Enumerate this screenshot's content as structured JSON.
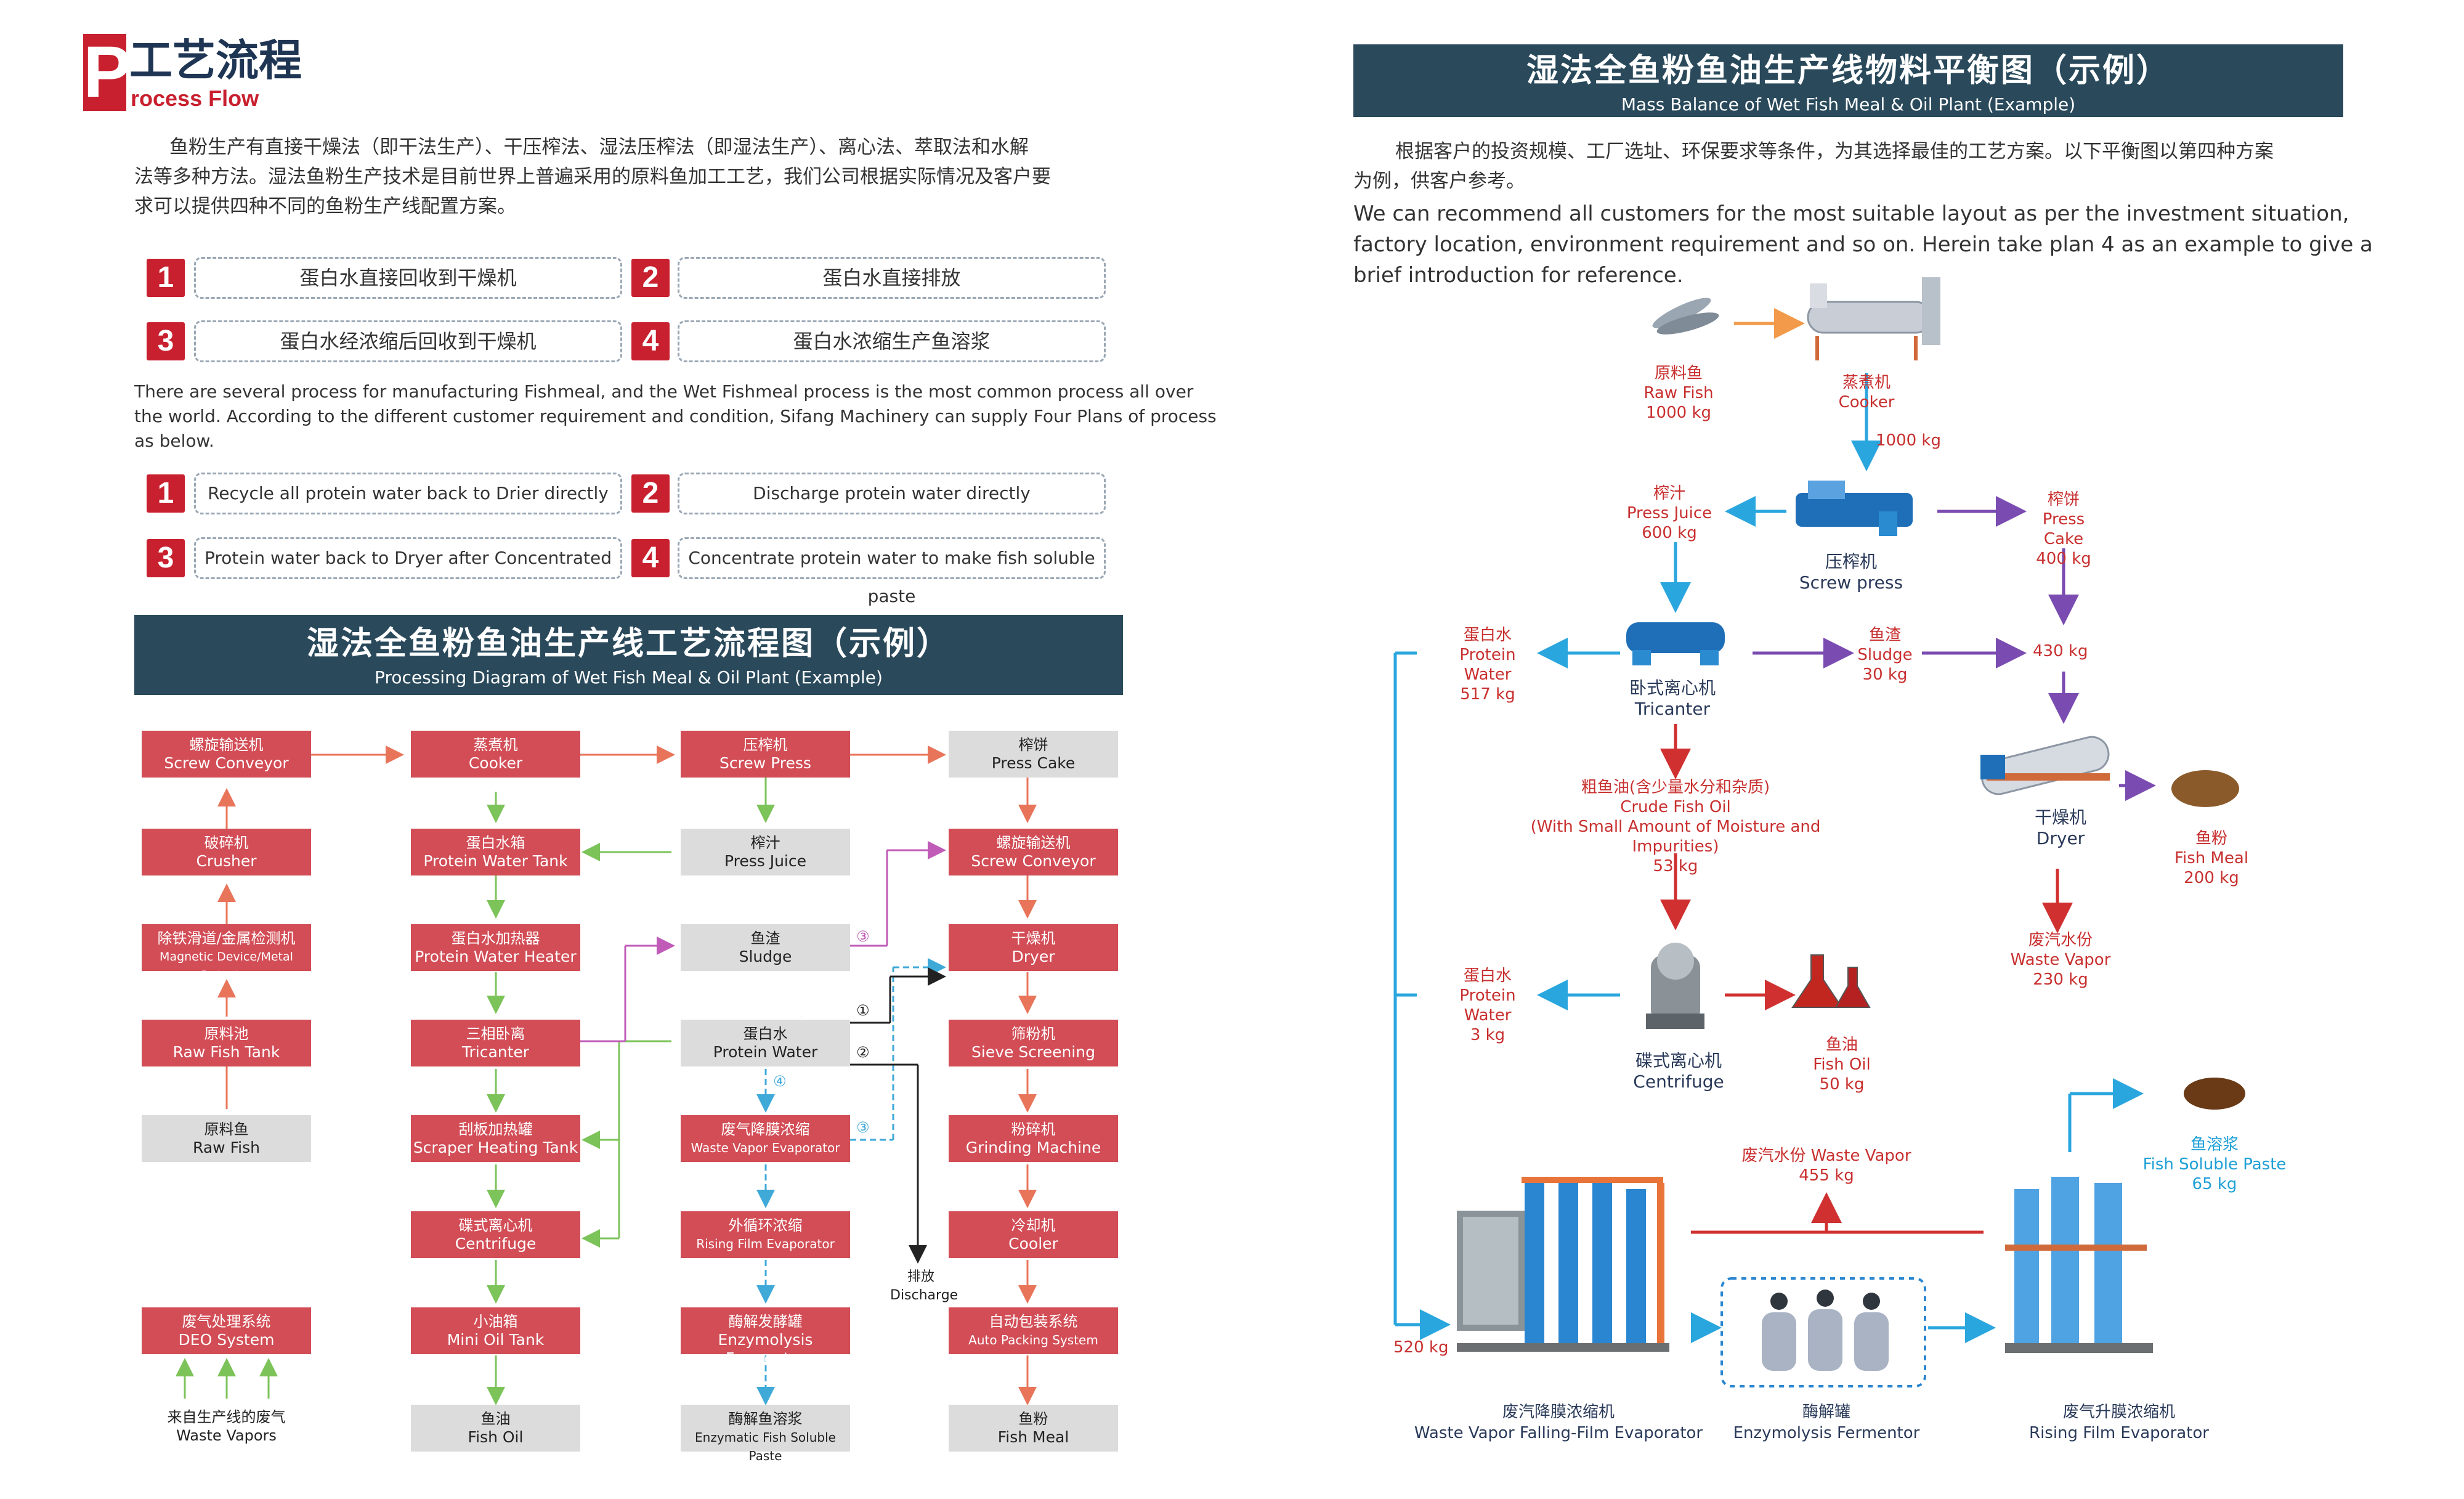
{
  "left": {
    "logo": {
      "letter": "P",
      "cn": "工艺流程",
      "en": "rocess Flow"
    },
    "intro_cn": [
      "鱼粉生产有直接干燥法（即干法生产）、干压榨法、湿法压榨法（即湿法生产）、离心法、萃取法和水解",
      "法等多种方法。湿法鱼粉生产技术是目前世界上普遍采用的原料鱼加工工艺，我们公司根据实际情况及客户要",
      "求可以提供四种不同的鱼粉生产线配置方案。"
    ],
    "options_cn": [
      {
        "n": "1",
        "t": "蛋白水直接回收到干燥机"
      },
      {
        "n": "2",
        "t": "蛋白水直接排放"
      },
      {
        "n": "3",
        "t": "蛋白水经浓缩后回收到干燥机"
      },
      {
        "n": "4",
        "t": "蛋白水浓缩生产鱼溶浆"
      }
    ],
    "intro_en": [
      "There are several process for manufacturing Fishmeal, and the Wet Fishmeal process is the most common process all over",
      "the world. According to the different customer requirement and condition, Sifang Machinery can supply Four Plans of process",
      "as below."
    ],
    "options_en": [
      {
        "n": "1",
        "t": "Recycle all protein water back to Drier directly"
      },
      {
        "n": "2",
        "t": "Discharge protein water directly"
      },
      {
        "n": "3",
        "t": "Protein water back to Dryer after Concentrated"
      },
      {
        "n": "4",
        "t": "Concentrate protein water to make fish soluble paste"
      }
    ],
    "banner": {
      "cn": "湿法全鱼粉鱼油生产线工艺流程图（示例）",
      "en": "Processing Diagram of Wet Fish Meal & Oil Plant (Example)"
    },
    "flow": {
      "c1": [
        {
          "cn": "螺旋输送机",
          "en": "Screw Conveyor"
        },
        {
          "cn": "破碎机",
          "en": "Crusher"
        },
        {
          "cn": "除铁滑道/金属检测机",
          "en": "Magnetic Device/Metal Detector"
        },
        {
          "cn": "原料池",
          "en": "Raw Fish Tank"
        },
        {
          "cn": "原料鱼",
          "en": "Raw Fish"
        }
      ],
      "c1b": [
        {
          "cn": "废气处理系统",
          "en": "DEO  System"
        },
        {
          "cn": "来自生产线的废气",
          "en": "Waste Vapors"
        }
      ],
      "c2": [
        {
          "cn": "蒸煮机",
          "en": "Cooker"
        },
        {
          "cn": "蛋白水箱",
          "en": "Protein Water Tank"
        },
        {
          "cn": "蛋白水加热器",
          "en": "Protein Water Heater"
        },
        {
          "cn": "三相卧离",
          "en": "Tricanter"
        },
        {
          "cn": "刮板加热罐",
          "en": "Scraper Heating Tank"
        },
        {
          "cn": "碟式离心机",
          "en": "Centrifuge"
        },
        {
          "cn": "小油箱",
          "en": "Mini Oil Tank"
        },
        {
          "cn": "鱼油",
          "en": "Fish Oil"
        }
      ],
      "c3": [
        {
          "cn": "压榨机",
          "en": "Screw Press"
        },
        {
          "cn": "榨汁",
          "en": "Press Juice"
        },
        {
          "cn": "鱼渣",
          "en": "Sludge"
        },
        {
          "cn": "蛋白水",
          "en": "Protein Water"
        },
        {
          "cn": "废气降膜浓缩",
          "en": "Waste Vapor Evaporator"
        },
        {
          "cn": "外循环浓缩",
          "en": "Rising Film Evaporator"
        },
        {
          "cn": "酶解发酵罐",
          "en": "Enzymolysis Fermentor"
        },
        {
          "cn": "酶解鱼溶浆",
          "en": "Enzymatic Fish Soluble Paste"
        }
      ],
      "c4": [
        {
          "cn": "榨饼",
          "en": "Press Cake"
        },
        {
          "cn": "螺旋输送机",
          "en": "Screw Conveyor"
        },
        {
          "cn": "干燥机",
          "en": "Dryer"
        },
        {
          "cn": "筛粉机",
          "en": "Sieve Screening"
        },
        {
          "cn": "粉碎机",
          "en": "Grinding Machine"
        },
        {
          "cn": "冷却机",
          "en": "Cooler"
        },
        {
          "cn": "自动包装系统",
          "en": "Auto Packing System"
        },
        {
          "cn": "鱼粉",
          "en": "Fish Meal"
        }
      ],
      "markers": {
        "m1": "①",
        "m2": "②",
        "m3": "③",
        "m4": "④"
      },
      "discharge": {
        "cn": "排放",
        "en": "Discharge"
      }
    }
  },
  "right": {
    "banner": {
      "cn": "湿法全鱼粉鱼油生产线物料平衡图（示例）",
      "en": "Mass Balance of Wet Fish Meal & Oil Plant (Example)"
    },
    "intro_cn": [
      "根据客户的投资规模、工厂选址、环保要求等条件，为其选择最佳的工艺方案。以下平衡图以第四种方案",
      "为例，供客户参考。"
    ],
    "intro_en": [
      "We can recommend all customers for the most suitable layout as per the investment situation,",
      "factory location, environment requirement and so on. Herein take plan 4 as an example to give a",
      "brief introduction for reference."
    ],
    "raw_fish": {
      "cn": "原料鱼",
      "en": "Raw Fish",
      "kg": "1000 kg"
    },
    "cooker": {
      "cn": "蒸煮机",
      "en": "Cooker"
    },
    "cooker_out": "1000 kg",
    "press_juice": {
      "cn": "榨汁",
      "en": "Press Juice",
      "kg": "600 kg"
    },
    "screw_press": {
      "cn": "压榨机",
      "en": "Screw press"
    },
    "press_cake": {
      "cn": "榨饼",
      "en": "Press Cake",
      "kg": "400 kg"
    },
    "pw1": {
      "cn": "蛋白水",
      "en": "Protein Water",
      "kg": "517 kg"
    },
    "tricanter": {
      "cn": "卧式离心机",
      "en": "Tricanter"
    },
    "sludge": {
      "cn": "鱼渣",
      "en": "Sludge",
      "kg": "30 kg"
    },
    "sum430": "430 kg",
    "crude_oil": {
      "cn": "粗鱼油(含少量水分和杂质)",
      "en": "Crude Fish Oil",
      "en2": "(With Small Amount of Moisture and Impurities)",
      "kg": "53 kg"
    },
    "dryer": {
      "cn": "干燥机",
      "en": "Dryer"
    },
    "fish_meal": {
      "cn": "鱼粉",
      "en": "Fish Meal",
      "kg": "200 kg"
    },
    "waste_vapor": {
      "cn": "废汽水份",
      "en": "Waste Vapor",
      "kg": "230 kg"
    },
    "pw2": {
      "cn": "蛋白水",
      "en": "Protein Water",
      "kg": "3 kg"
    },
    "centrifuge": {
      "cn": "碟式离心机",
      "en": "Centrifuge"
    },
    "fish_oil": {
      "cn": "鱼油",
      "en": "Fish Oil",
      "kg": "50 kg"
    },
    "wv455": {
      "cn": "废汽水份",
      "en": "Waste Vapor",
      "kg": "455 kg"
    },
    "soluble": {
      "cn": "鱼溶浆",
      "en": "Fish Soluble Paste",
      "kg": "65 kg"
    },
    "kg520": "520 kg",
    "evap1": {
      "cn": "废汽降膜浓缩机",
      "en": "Waste Vapor Falling-Film Evaporator"
    },
    "ferm": {
      "cn": "酶解罐",
      "en": "Enzymolysis Fermentor"
    },
    "evap2": {
      "cn": "废气升膜浓缩机",
      "en": "Rising Film Evaporator"
    }
  }
}
